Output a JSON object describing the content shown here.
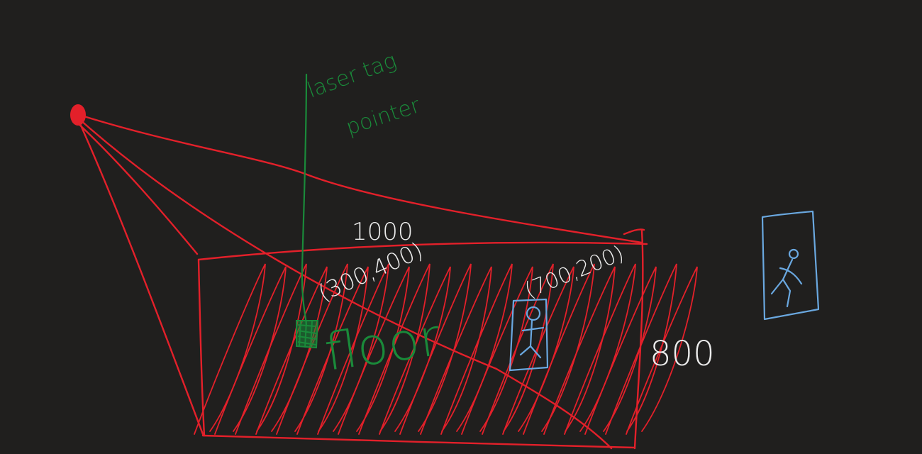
{
  "labels": {
    "width": "1000",
    "height": "800",
    "coord_a": "(300,400)",
    "coord_b": "(700,200)",
    "floor": "floor",
    "pointer_line1": "laser tag",
    "pointer_line2": "pointer"
  },
  "colors": {
    "background": "#201f1e",
    "projection": "#e3202a",
    "pointer": "#1a8a3a",
    "person": "#6aa8e0",
    "text": "#ececec"
  },
  "icons": {
    "projector": "red-dot-source",
    "laser_dot": "green-scribble-dot",
    "person_on_floor": "stick-figure",
    "person_detail": "stick-figure-running"
  }
}
